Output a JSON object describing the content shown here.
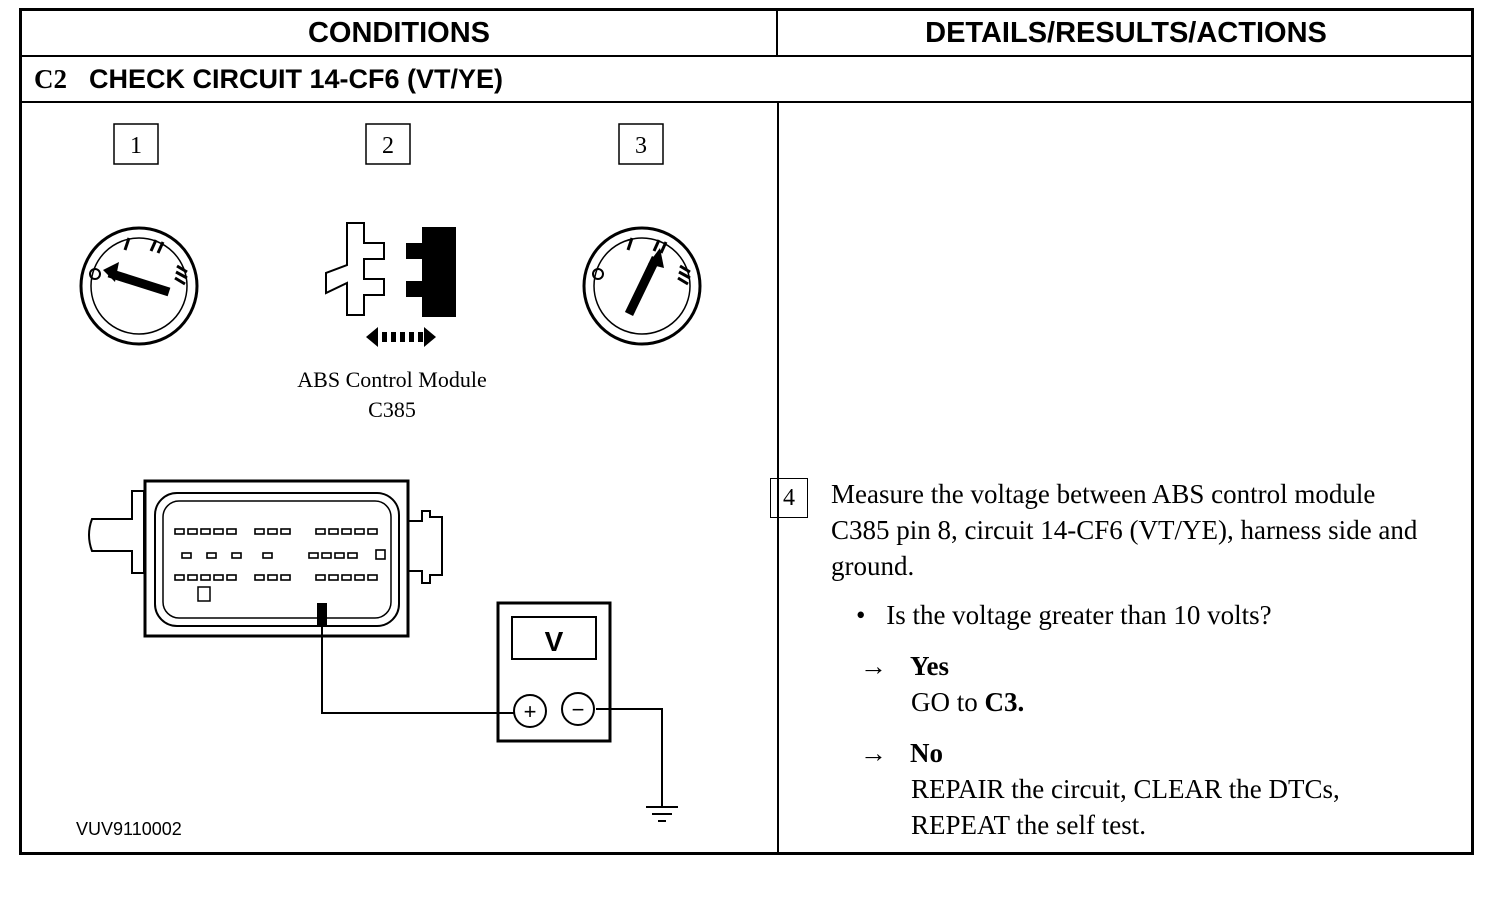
{
  "header": {
    "conditions": "CONDITIONS",
    "details": "DETAILS/RESULTS/ACTIONS"
  },
  "step": {
    "id": "C2",
    "title": "CHECK CIRCUIT 14-CF6 (VT/YE)"
  },
  "diagram": {
    "step_numbers": [
      "1",
      "2",
      "3"
    ],
    "module_caption_line1": "ABS Control Module",
    "module_caption_line2": "C385",
    "meter_label": "V",
    "plus": "+",
    "minus": "−",
    "reference": "VUV9110002"
  },
  "details": {
    "step_number": "4",
    "instruction": "Measure the voltage between ABS control module C385 pin 8, circuit 14-CF6 (VT/YE), harness side and ground.",
    "question": "Is the voltage greater than 10 volts?",
    "arrow": "→",
    "bullet": "•",
    "yes_label": "Yes",
    "yes_action_prefix": "GO to ",
    "yes_action_target": "C3.",
    "no_label": "No",
    "no_action_line1": "REPAIR the circuit, CLEAR the DTCs,",
    "no_action_line2": "REPEAT the self test."
  }
}
